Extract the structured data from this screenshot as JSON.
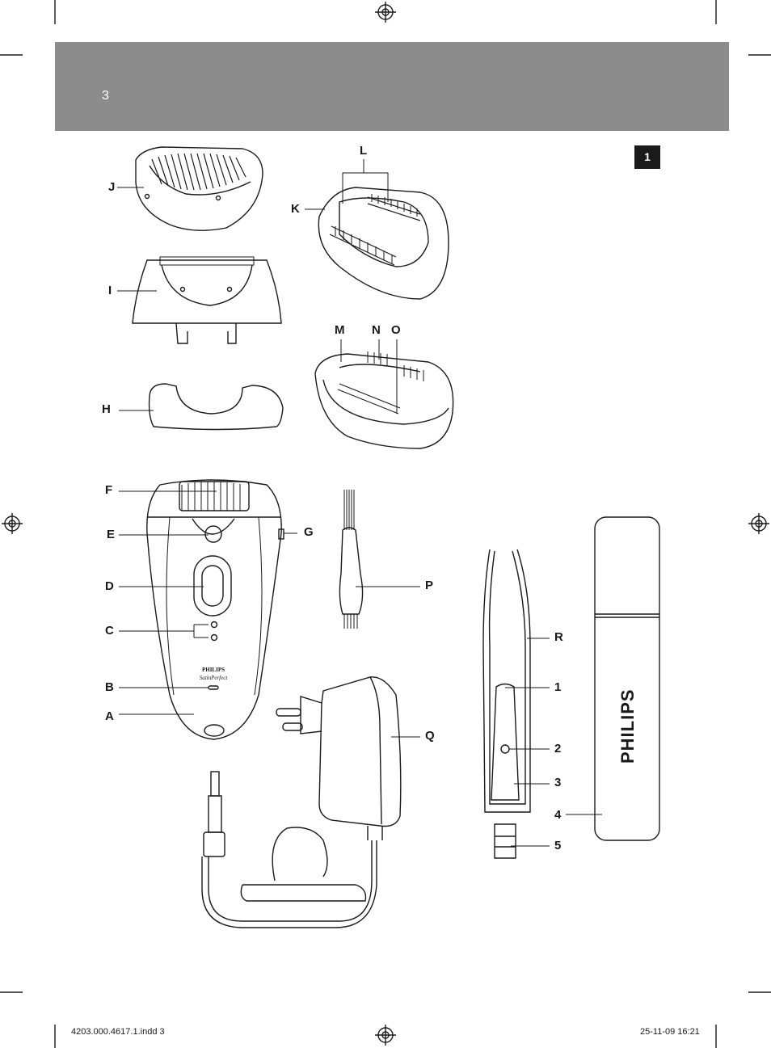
{
  "header": {
    "page_number": "3",
    "figure_number": "1"
  },
  "labels": {
    "J": "J",
    "I": "I",
    "H": "H",
    "K": "K",
    "L": "L",
    "M": "M",
    "N": "N",
    "O": "O",
    "F": "F",
    "E": "E",
    "D": "D",
    "C": "C",
    "B": "B",
    "A": "A",
    "G": "G",
    "P": "P",
    "Q": "Q",
    "R": "R",
    "n1": "1",
    "n2": "2",
    "n3": "3",
    "n4": "4",
    "n5": "5"
  },
  "product": {
    "brand": "PHILIPS",
    "model": "SatinPerfect",
    "case_brand": "PHILIPS"
  },
  "footer": {
    "file": "4203.000.4617.1.indd   3",
    "date": "25-11-09   16:21"
  }
}
